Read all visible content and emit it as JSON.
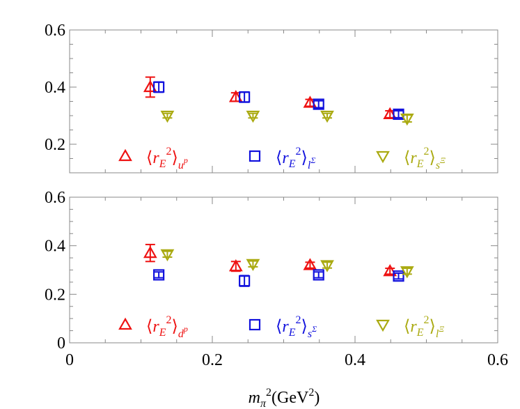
{
  "chart_data": [
    {
      "type": "scatter",
      "panel": "top",
      "xlim": [
        0,
        0.6
      ],
      "ylim": [
        0.1,
        0.6
      ],
      "yticks": [
        "0.2",
        "0.4",
        "0.6"
      ],
      "legend_placement": "bottom",
      "grid": false,
      "series": [
        {
          "name": "⟨r_E^2⟩_{u^p}",
          "marker": "triangle-up",
          "color": "#ee1111",
          "x": [
            0.113,
            0.233,
            0.337,
            0.449
          ],
          "y": [
            0.4,
            0.365,
            0.345,
            0.305
          ],
          "err": [
            0.035,
            0.015,
            0.012,
            0.012
          ]
        },
        {
          "name": "⟨r_E^2⟩_{l^Σ}",
          "marker": "square",
          "color": "#1111dd",
          "x": [
            0.125,
            0.245,
            0.349,
            0.461
          ],
          "y": [
            0.4,
            0.365,
            0.34,
            0.305
          ],
          "err": [
            0.018,
            0.018,
            0.012,
            0.012
          ]
        },
        {
          "name": "⟨r_E^2⟩_{s^Ξ}",
          "marker": "triangle-down",
          "color": "#aaaa11",
          "x": [
            0.137,
            0.257,
            0.361,
            0.473
          ],
          "y": [
            0.3,
            0.3,
            0.3,
            0.29
          ],
          "err": [
            0.008,
            0.008,
            0.008,
            0.012
          ]
        }
      ]
    },
    {
      "type": "scatter",
      "panel": "bottom",
      "xlim": [
        0,
        0.6
      ],
      "ylim": [
        0,
        0.6
      ],
      "xticks": [
        "0",
        "0.2",
        "0.4",
        "0.6"
      ],
      "yticks": [
        "0",
        "0.2",
        "0.4",
        "0.6"
      ],
      "xlabel_parts": {
        "m": "m",
        "pi": "π",
        "two": "2",
        "unit": "(GeV",
        "unit_sup": "2",
        "unit_close": ")"
      },
      "legend_placement": "bottom",
      "grid": false,
      "series": [
        {
          "name": "⟨r_E^2⟩_{d^p}",
          "marker": "triangle-up",
          "color": "#ee1111",
          "x": [
            0.113,
            0.233,
            0.337,
            0.449
          ],
          "y": [
            0.37,
            0.315,
            0.32,
            0.295
          ],
          "err": [
            0.035,
            0.02,
            0.012,
            0.012
          ]
        },
        {
          "name": "⟨r_E^2⟩_{s^Σ}",
          "marker": "square",
          "color": "#1111dd",
          "x": [
            0.125,
            0.245,
            0.349,
            0.461
          ],
          "y": [
            0.28,
            0.255,
            0.28,
            0.275
          ],
          "err": [
            0.012,
            0.022,
            0.012,
            0.012
          ]
        },
        {
          "name": "⟨r_E^2⟩_{l^Ξ}",
          "marker": "triangle-down",
          "color": "#aaaa11",
          "x": [
            0.137,
            0.257,
            0.361,
            0.473
          ],
          "y": [
            0.365,
            0.325,
            0.32,
            0.295
          ],
          "err": [
            0.012,
            0.012,
            0.012,
            0.012
          ]
        }
      ]
    }
  ],
  "legend_top": [
    {
      "main": "⟨r",
      "sub": "E",
      "sup": "2",
      "close": "⟩",
      "sub2": "u",
      "sup2": "p",
      "color": "#ee1111",
      "marker": "triangle-up"
    },
    {
      "main": "⟨r",
      "sub": "E",
      "sup": "2",
      "close": "⟩",
      "sub2": "l",
      "sup2": "Σ",
      "color": "#1111dd",
      "marker": "square"
    },
    {
      "main": "⟨r",
      "sub": "E",
      "sup": "2",
      "close": "⟩",
      "sub2": "s",
      "sup2": "Ξ",
      "color": "#aaaa11",
      "marker": "triangle-down"
    }
  ],
  "legend_bottom": [
    {
      "main": "⟨r",
      "sub": "E",
      "sup": "2",
      "close": "⟩",
      "sub2": "d",
      "sup2": "p",
      "color": "#ee1111",
      "marker": "triangle-up"
    },
    {
      "main": "⟨r",
      "sub": "E",
      "sup": "2",
      "close": "⟩",
      "sub2": "s",
      "sup2": "Σ",
      "color": "#1111dd",
      "marker": "square"
    },
    {
      "main": "⟨r",
      "sub": "E",
      "sup": "2",
      "close": "⟩",
      "sub2": "l",
      "sup2": "Ξ",
      "color": "#aaaa11",
      "marker": "triangle-down"
    }
  ]
}
